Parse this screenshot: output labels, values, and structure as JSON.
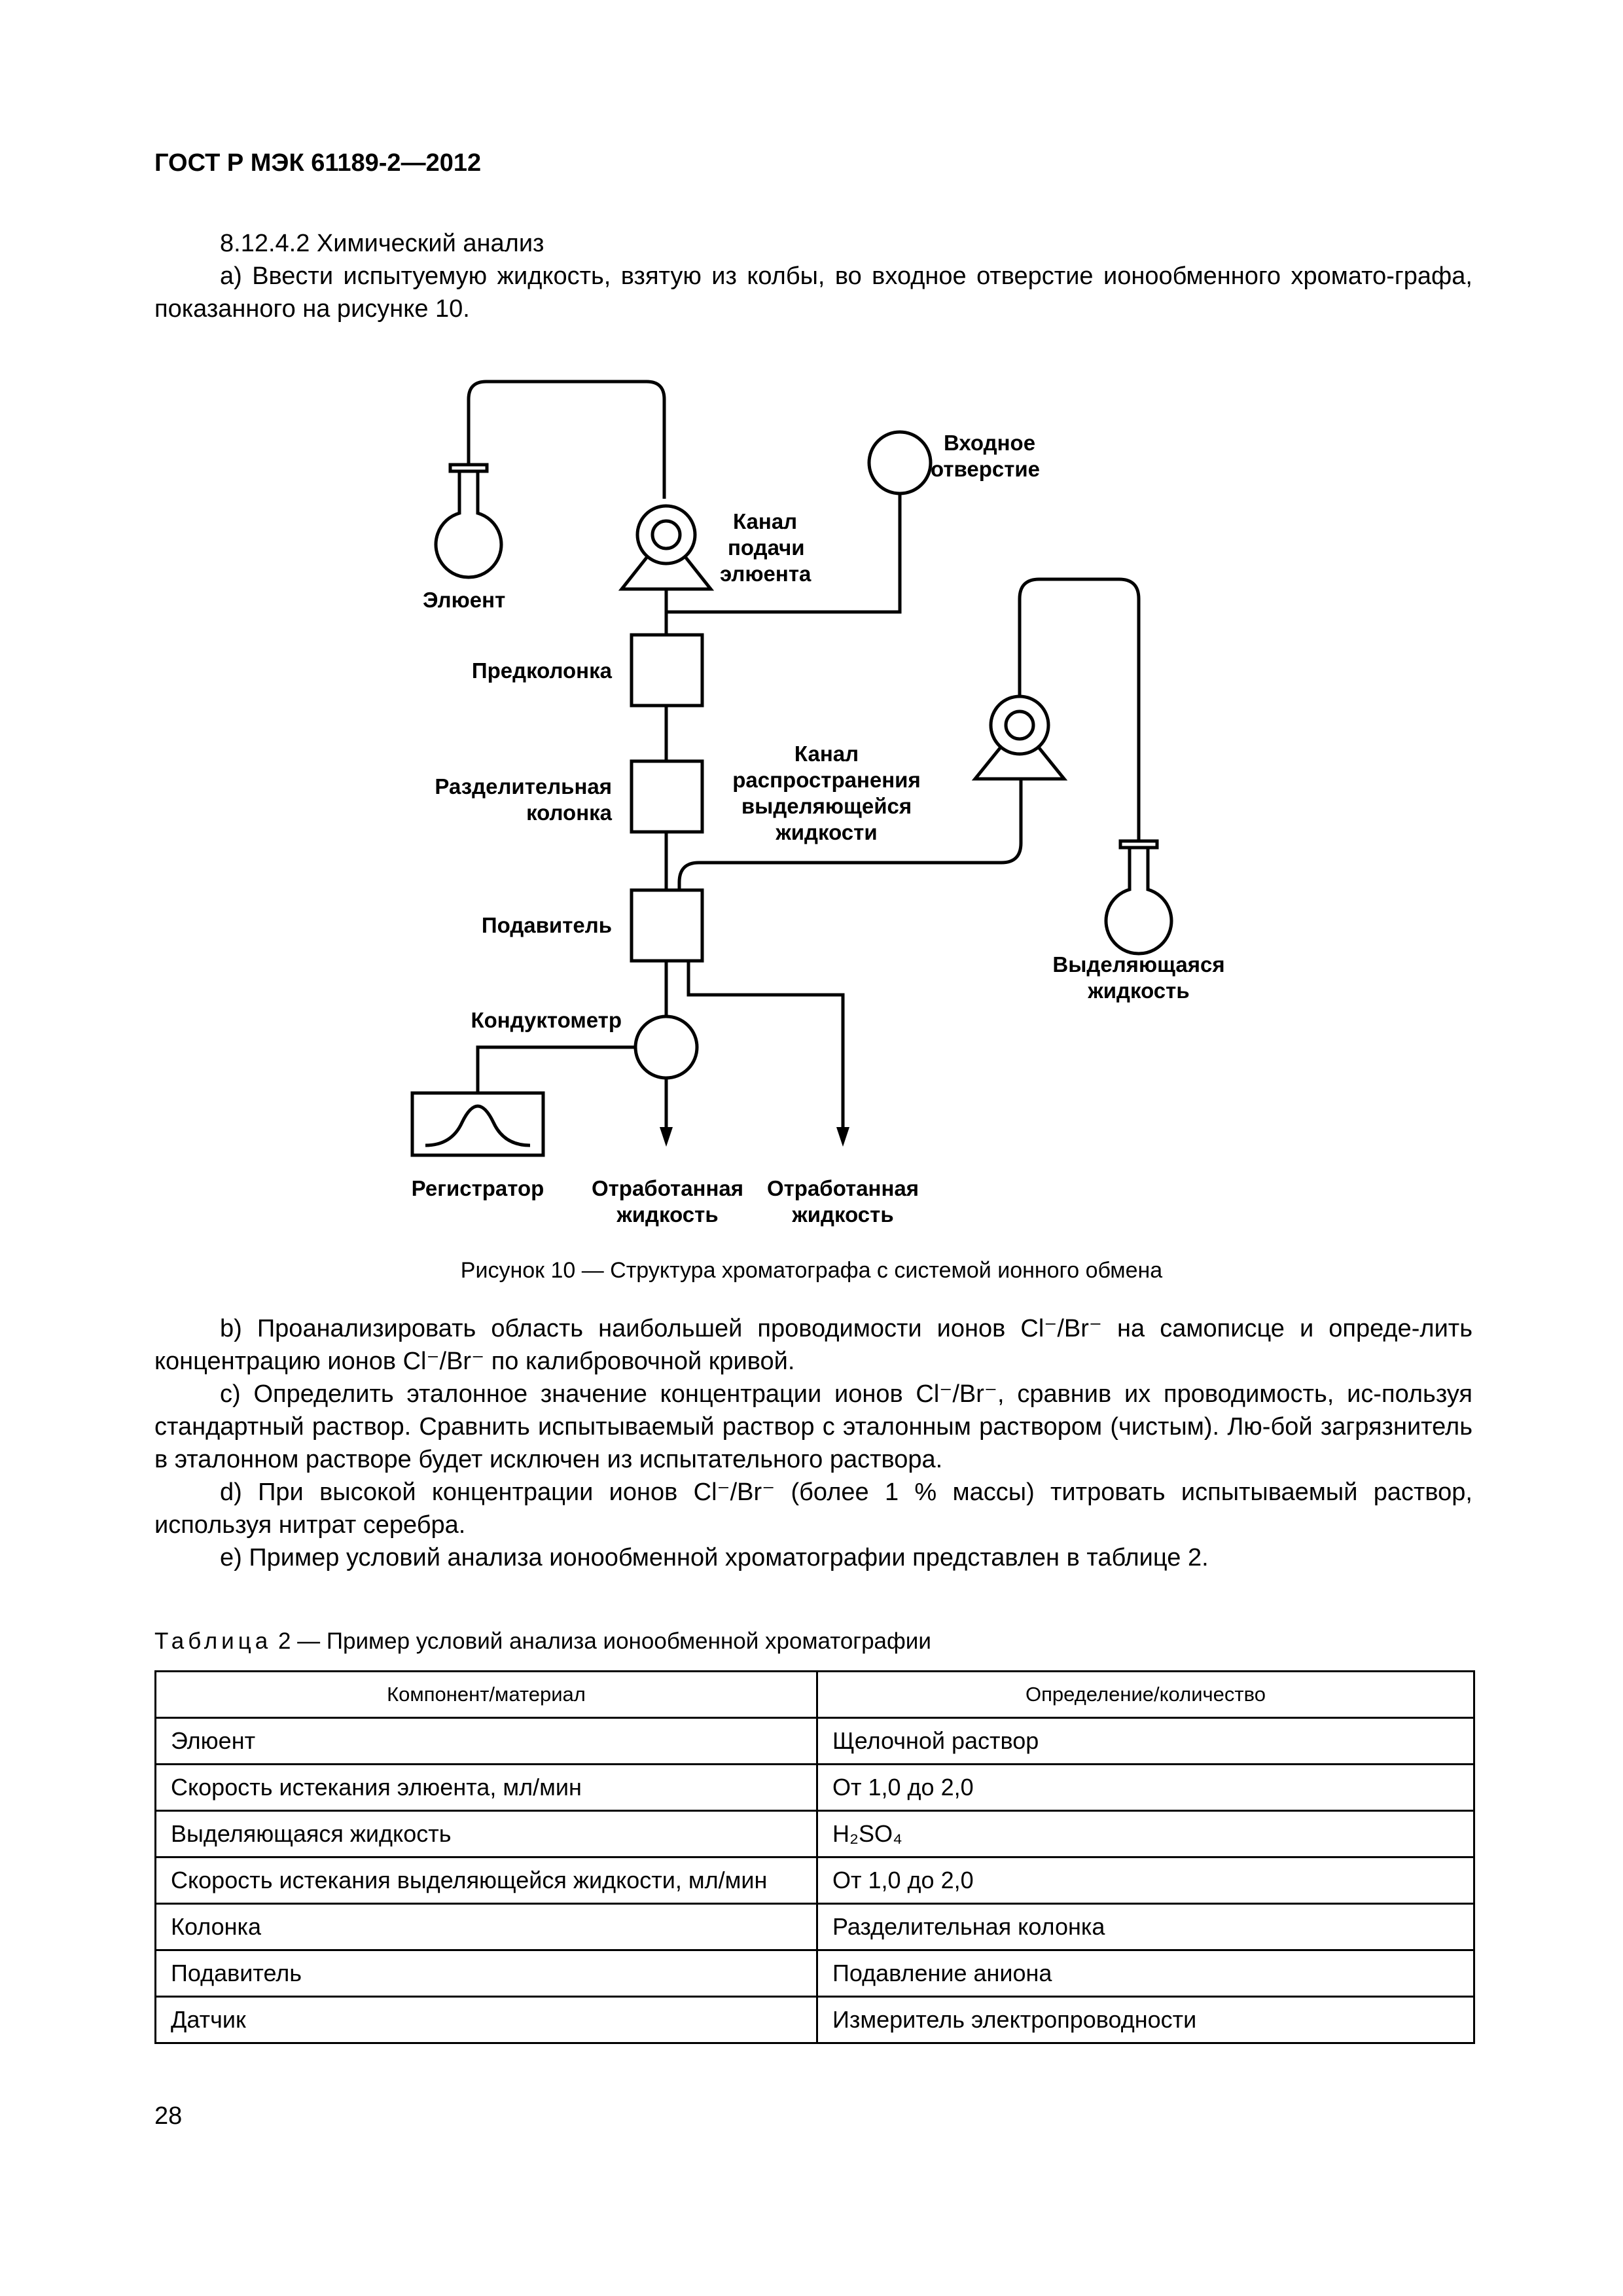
{
  "header": {
    "standard_id": "ГОСТ Р МЭК 61189-2—2012"
  },
  "section": {
    "heading": "8.12.4.2 Химический анализ",
    "item_a": "a) Ввести испытуемую жидкость, взятую из колбы, во входное отверстие ионообменного хромато-графа, показанного на рисунке 10."
  },
  "figure": {
    "labels": {
      "inlet_1": "Входное",
      "inlet_2": "отверстие",
      "eluent": "Элюент",
      "eluent_channel_1": "Канал",
      "eluent_channel_2": "подачи",
      "eluent_channel_3": "элюента",
      "precolumn": "Предколонка",
      "sep_column_1": "Разделительная",
      "sep_column_2": "колонка",
      "regen_channel_1": "Канал",
      "regen_channel_2": "распространения",
      "regen_channel_3": "выделяющейся",
      "regen_channel_4": "жидкости",
      "suppressor": "Подавитель",
      "regenerant_1": "Выделяющаяся",
      "regenerant_2": "жидкость",
      "conductometer": "Кондуктометр",
      "recorder": "Регистратор",
      "waste1_1": "Отработанная",
      "waste1_2": "жидкость",
      "waste2_1": "Отработанная",
      "waste2_2": "жидкость"
    },
    "caption": "Рисунок 10 — Структура хроматографа с системой ионного обмена"
  },
  "paragraphs": {
    "item_b": "b) Проанализировать область наибольшей проводимости ионов Cl⁻/Br⁻ на самописце и опреде-лить концентрацию ионов Cl⁻/Br⁻ по калибровочной кривой.",
    "item_c": "c) Определить эталонное значение концентрации ионов Cl⁻/Br⁻, сравнив их проводимость, ис-пользуя стандартный раствор. Сравнить испытываемый раствор с эталонным раствором (чистым). Лю-бой загрязнитель в эталонном растворе будет исключен из испытательного раствора.",
    "item_d": "d) При высокой концентрации ионов Cl⁻/Br⁻ (более 1 % массы) титровать испытываемый раствор, используя нитрат серебра.",
    "item_e": "e) Пример условий анализа ионообменной хроматографии представлен в таблице 2."
  },
  "table": {
    "title_prefix": "Таблица",
    "title_rest": " 2 — Пример условий анализа ионообменной хроматографии",
    "headers": [
      "Компонент/материал",
      "Определение/количество"
    ],
    "rows": [
      [
        "Элюент",
        "Щелочной раствор"
      ],
      [
        "Скорость истекания элюента, мл/мин",
        "От 1,0 до 2,0"
      ],
      [
        "Выделяющаяся жидкость",
        "H₂SO₄"
      ],
      [
        "Скорость истекания выделяющейся жидкости, мл/мин",
        "От 1,0 до 2,0"
      ],
      [
        "Колонка",
        "Разделительная колонка"
      ],
      [
        "Подавитель",
        "Подавление аниона"
      ],
      [
        "Датчик",
        "Измеритель электропроводности"
      ]
    ]
  },
  "footer": {
    "page_number": "28"
  }
}
